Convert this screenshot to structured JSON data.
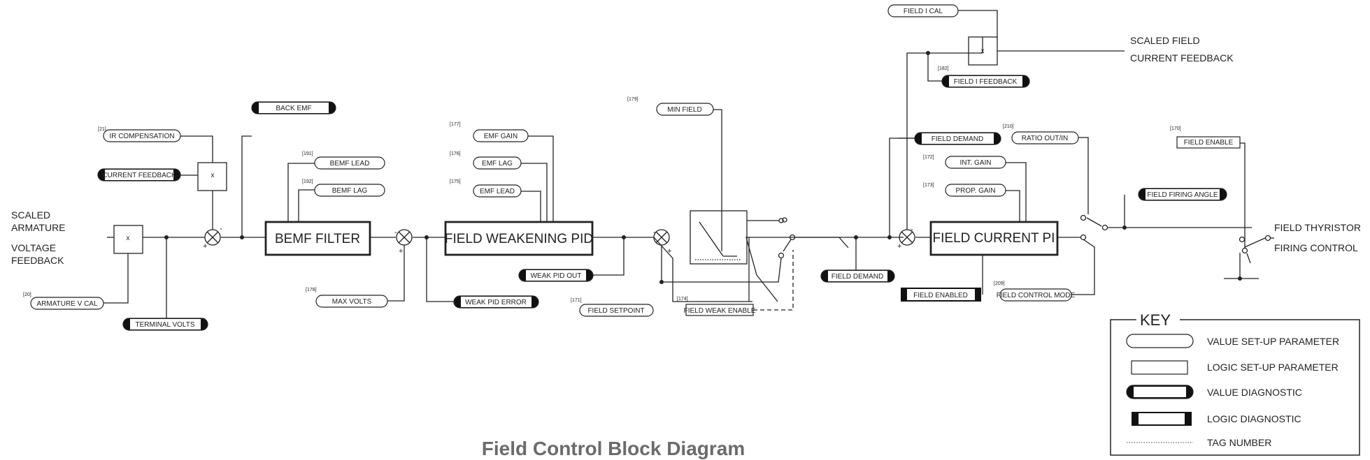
{
  "title": "Field Control Block Diagram",
  "inputs": {
    "scaled_armature": [
      "SCALED",
      "ARMATURE"
    ],
    "voltage_feedback": [
      "VOLTAGE",
      "FEEDBACK"
    ]
  },
  "outputs": {
    "scaled_field_current_feedback": [
      "SCALED FIELD",
      "CURRENT FEEDBACK"
    ],
    "field_thyristor_firing_control": [
      "FIELD THYRISTOR",
      "FIRING CONTROL"
    ]
  },
  "blocks": {
    "bemf_filter": "BEMF FILTER",
    "field_weakening_pid": "FIELD WEAKENING PID",
    "field_current_pi": "FIELD CURRENT PI",
    "multiplier": "x"
  },
  "parameters": {
    "ir_compensation": {
      "label": "IR COMPENSATION",
      "tag": "[21]"
    },
    "current_feedback": {
      "label": "CURRENT FEEDBACK",
      "tag": ""
    },
    "armature_v_cal": {
      "label": "ARMATURE V CAL",
      "tag": "[20]"
    },
    "terminal_volts": {
      "label": "TERMINAL VOLTS",
      "tag": ""
    },
    "back_emf": {
      "label": "BACK EMF",
      "tag": ""
    },
    "bemf_lead": {
      "label": "BEMF LEAD",
      "tag": "[191]"
    },
    "bemf_lag": {
      "label": "BEMF LAG",
      "tag": "[192]"
    },
    "max_volts": {
      "label": "MAX VOLTS",
      "tag": "[178]"
    },
    "emf_gain": {
      "label": "EMF GAIN",
      "tag": "[177]"
    },
    "emf_lag": {
      "label": "EMF LAG",
      "tag": "[176]"
    },
    "emf_lead": {
      "label": "EMF LEAD",
      "tag": "[175]"
    },
    "weak_pid_out": {
      "label": "WEAK PID OUT",
      "tag": ""
    },
    "weak_pid_error": {
      "label": "WEAK PID ERROR",
      "tag": ""
    },
    "min_field": {
      "label": "MIN FIELD",
      "tag": "[179]"
    },
    "field_setpoint": {
      "label": "FIELD SETPOINT",
      "tag": "[171]"
    },
    "field_weak_enable": {
      "label": "FIELD WEAK ENABLE",
      "tag": "[174]"
    },
    "field_demand_out": {
      "label": "FIELD DEMAND",
      "tag": ""
    },
    "field_i_cal": {
      "label": "FIELD I CAL",
      "tag": ""
    },
    "field_i_feedback": {
      "label": "FIELD I FEEDBACK",
      "tag": "[182]"
    },
    "field_demand_diag": {
      "label": "FIELD DEMAND",
      "tag": ""
    },
    "ratio_out_in": {
      "label": "RATIO OUT/IN",
      "tag": "[210]"
    },
    "int_gain": {
      "label": "INT. GAIN",
      "tag": "[172]"
    },
    "prop_gain": {
      "label": "PROP. GAIN",
      "tag": "[173]"
    },
    "field_enabled": {
      "label": "FIELD ENABLED",
      "tag": ""
    },
    "field_control_mode": {
      "label": "FIELD CONTROL MODE",
      "tag": "[209]"
    },
    "field_firing_angle": {
      "label": "FIELD FIRING ANGLE",
      "tag": ""
    },
    "field_enable": {
      "label": "FIELD ENABLE",
      "tag": "[170]"
    }
  },
  "key": {
    "title": "KEY",
    "items": [
      "VALUE SET-UP PARAMETER",
      "LOGIC SET-UP PARAMETER",
      "VALUE DIAGNOSTIC",
      "LOGIC DIAGNOSTIC",
      "TAG NUMBER"
    ]
  }
}
